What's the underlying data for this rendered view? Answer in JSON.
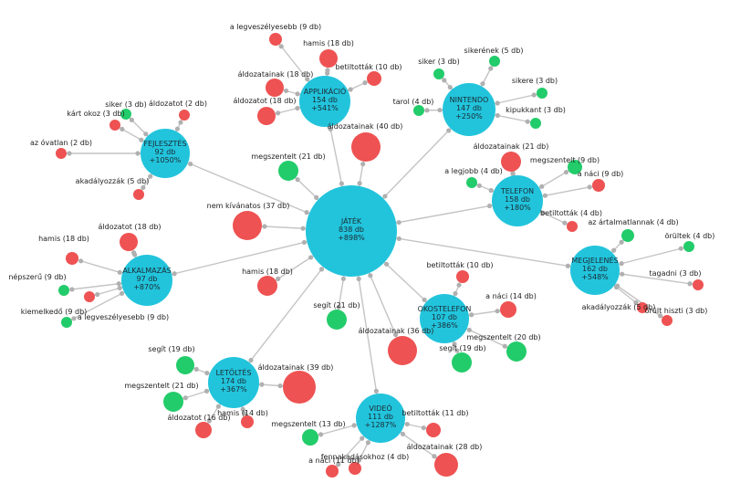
{
  "colors": {
    "hub": "#22c4dc",
    "negative": "#ee5252",
    "positive": "#22cc6a",
    "edge": "#c4c4c4",
    "connector": "#b0b0b0"
  },
  "hubs": [
    {
      "id": "jatek",
      "name": "JÁTÉK",
      "count": "838 db",
      "change": "+898%"
    },
    {
      "id": "applikacio",
      "name": "APPLIKÁCIÓ",
      "count": "154 db",
      "change": "+541%"
    },
    {
      "id": "nintendo",
      "name": "NINTENDO",
      "count": "147 db",
      "change": "+250%"
    },
    {
      "id": "fejlesztes",
      "name": "FEJLESZTÉS",
      "count": "92 db",
      "change": "+1050%"
    },
    {
      "id": "telefon",
      "name": "TELEFON",
      "count": "158 db",
      "change": "+180%"
    },
    {
      "id": "alkalmazas",
      "name": "ALKALMAZÁS",
      "count": "97 db",
      "change": "+870%"
    },
    {
      "id": "megjelenes",
      "name": "MEGJELENÉS",
      "count": "162 db",
      "change": "+548%"
    },
    {
      "id": "okostelefon",
      "name": "OKOSTELEFON",
      "count": "107 db",
      "change": "+386%"
    },
    {
      "id": "letoltes",
      "name": "LETÖLTÉS",
      "count": "174 db",
      "change": "+367%"
    },
    {
      "id": "video",
      "name": "VIDEÓ",
      "count": "111 db",
      "change": "+1287%"
    }
  ],
  "terms": [
    {
      "hub": "jatek",
      "sentiment": "negative",
      "label": "áldozatainak (40 db)"
    },
    {
      "hub": "jatek",
      "sentiment": "positive",
      "label": "megszentelt (21 db)"
    },
    {
      "hub": "jatek",
      "sentiment": "negative",
      "label": "nem kívánatos (37 db)"
    },
    {
      "hub": "jatek",
      "sentiment": "negative",
      "label": "hamis (18 db)"
    },
    {
      "hub": "jatek",
      "sentiment": "positive",
      "label": "segít (21 db)"
    },
    {
      "hub": "jatek",
      "sentiment": "negative",
      "label": "áldozatainak (36 db)"
    },
    {
      "hub": "applikacio",
      "sentiment": "negative",
      "label": "a legveszélyesebb (9 db)"
    },
    {
      "hub": "applikacio",
      "sentiment": "negative",
      "label": "hamis (18 db)"
    },
    {
      "hub": "applikacio",
      "sentiment": "negative",
      "label": "áldozatainak (18 db)"
    },
    {
      "hub": "applikacio",
      "sentiment": "negative",
      "label": "betiltották (10 db)"
    },
    {
      "hub": "applikacio",
      "sentiment": "negative",
      "label": "áldozatot (18 db)"
    },
    {
      "hub": "nintendo",
      "sentiment": "positive",
      "label": "sikerének (5 db)"
    },
    {
      "hub": "nintendo",
      "sentiment": "positive",
      "label": "siker (3 db)"
    },
    {
      "hub": "nintendo",
      "sentiment": "positive",
      "label": "sikere (3 db)"
    },
    {
      "hub": "nintendo",
      "sentiment": "positive",
      "label": "tarol (4 db)"
    },
    {
      "hub": "nintendo",
      "sentiment": "positive",
      "label": "kipukkant (3 db)"
    },
    {
      "hub": "fejlesztes",
      "sentiment": "positive",
      "label": "siker (3 db)"
    },
    {
      "hub": "fejlesztes",
      "sentiment": "negative",
      "label": "áldozatot (2 db)"
    },
    {
      "hub": "fejlesztes",
      "sentiment": "negative",
      "label": "kárt okoz (3 db)"
    },
    {
      "hub": "fejlesztes",
      "sentiment": "negative",
      "label": "az óvatlan (2 db)"
    },
    {
      "hub": "fejlesztes",
      "sentiment": "negative",
      "label": "akadályozzák (5 db)"
    },
    {
      "hub": "telefon",
      "sentiment": "negative",
      "label": "áldozatainak (21 db)"
    },
    {
      "hub": "telefon",
      "sentiment": "positive",
      "label": "megszentelt (9 db)"
    },
    {
      "hub": "telefon",
      "sentiment": "positive",
      "label": "a legjobb (4 db)"
    },
    {
      "hub": "telefon",
      "sentiment": "negative",
      "label": "a náci (9 db)"
    },
    {
      "hub": "telefon",
      "sentiment": "negative",
      "label": "betiltották (4 db)"
    },
    {
      "hub": "alkalmazas",
      "sentiment": "negative",
      "label": "áldozatot (18 db)"
    },
    {
      "hub": "alkalmazas",
      "sentiment": "negative",
      "label": "hamis (18 db)"
    },
    {
      "hub": "alkalmazas",
      "sentiment": "positive",
      "label": "népszerű (9 db)"
    },
    {
      "hub": "alkalmazas",
      "sentiment": "positive",
      "label": "kiemelkedő (9 db)"
    },
    {
      "hub": "alkalmazas",
      "sentiment": "negative",
      "label": "a legveszélyesebb (9 db)"
    },
    {
      "hub": "megjelenes",
      "sentiment": "positive",
      "label": "az ártalmatlannak (4 db)"
    },
    {
      "hub": "megjelenes",
      "sentiment": "positive",
      "label": "örültek (4 db)"
    },
    {
      "hub": "megjelenes",
      "sentiment": "negative",
      "label": "tagadni (3 db)"
    },
    {
      "hub": "megjelenes",
      "sentiment": "negative",
      "label": "akadályozzák (5 db)"
    },
    {
      "hub": "megjelenes",
      "sentiment": "negative",
      "label": "örült hiszti (3 db)"
    },
    {
      "hub": "okostelefon",
      "sentiment": "negative",
      "label": "betiltották (10 db)"
    },
    {
      "hub": "okostelefon",
      "sentiment": "negative",
      "label": "a náci (14 db)"
    },
    {
      "hub": "okostelefon",
      "sentiment": "positive",
      "label": "megszentelt (20 db)"
    },
    {
      "hub": "okostelefon",
      "sentiment": "positive",
      "label": "segít (19 db)"
    },
    {
      "hub": "letoltes",
      "sentiment": "positive",
      "label": "segít (19 db)"
    },
    {
      "hub": "letoltes",
      "sentiment": "negative",
      "label": "áldozatainak (39 db)"
    },
    {
      "hub": "letoltes",
      "sentiment": "positive",
      "label": "megszentelt (21 db)"
    },
    {
      "hub": "letoltes",
      "sentiment": "negative",
      "label": "hamis (14 db)"
    },
    {
      "hub": "letoltes",
      "sentiment": "negative",
      "label": "áldozatot (16 db)"
    },
    {
      "hub": "video",
      "sentiment": "positive",
      "label": "megszentelt (13 db)"
    },
    {
      "hub": "video",
      "sentiment": "negative",
      "label": "betiltották (11 db)"
    },
    {
      "hub": "video",
      "sentiment": "negative",
      "label": "áldozatainak (28 db)"
    },
    {
      "hub": "video",
      "sentiment": "negative",
      "label": "fennakadásokhoz (4 db)"
    },
    {
      "hub": "video",
      "sentiment": "negative",
      "label": "a náci (11 db)"
    }
  ]
}
